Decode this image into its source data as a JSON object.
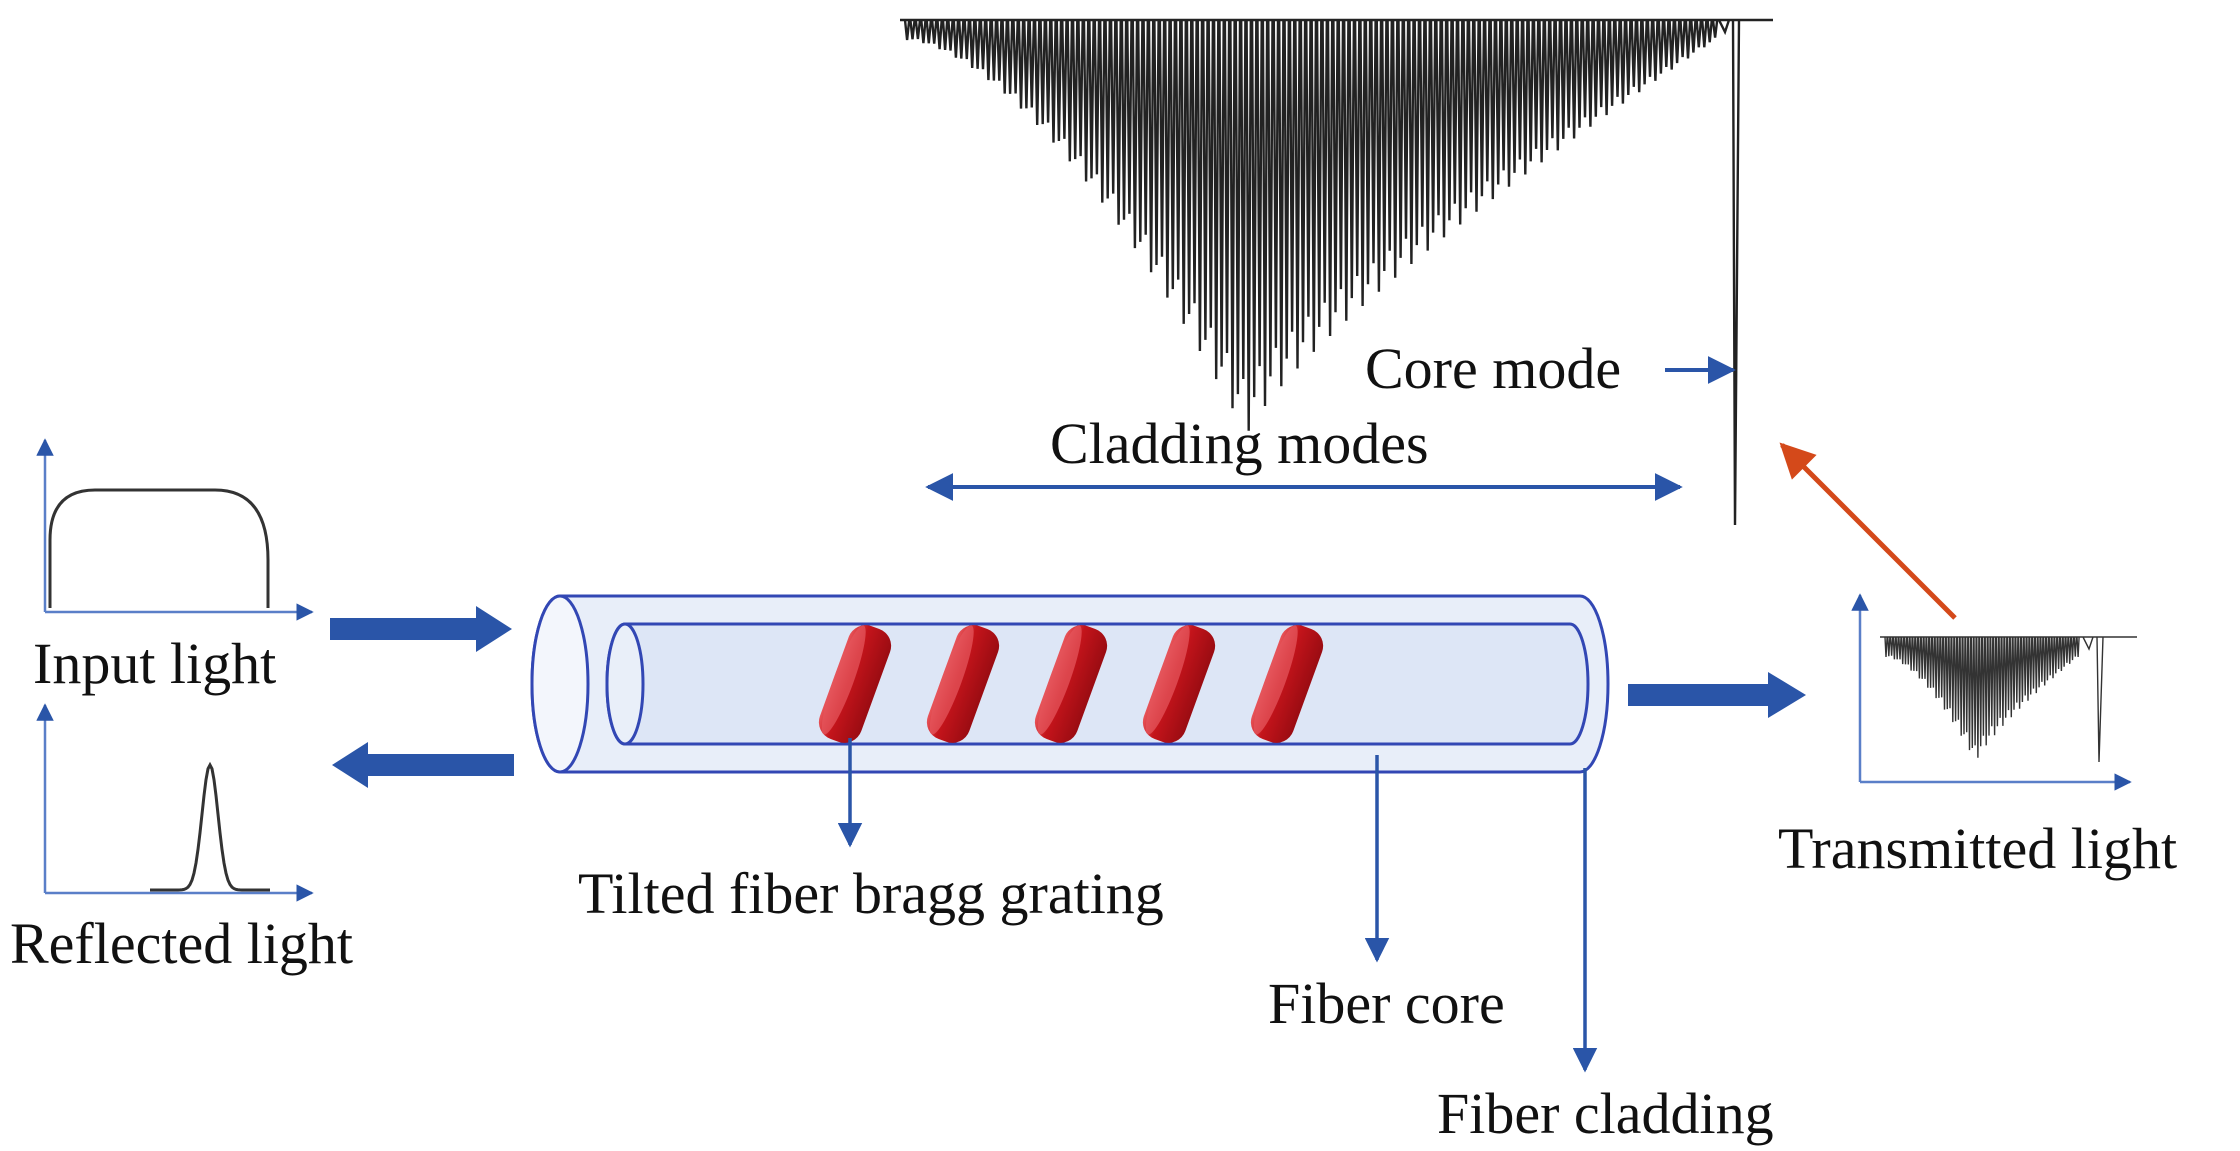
{
  "labels": {
    "input_light": "Input light",
    "reflected_light": "Reflected light",
    "tilted_grating": "Tilted fiber bragg grating",
    "fiber_core": "Fiber core",
    "fiber_cladding": "Fiber cladding",
    "transmitted_light": "Transmitted light",
    "core_mode": "Core mode",
    "cladding_modes": "Cladding modes"
  },
  "colors": {
    "arrow_blue": "#2a55a8",
    "fiber_outline": "#3247b4",
    "fiber_fill": "#dde6f6",
    "grating_red": "#c4141b",
    "red_arrow": "#d4491a",
    "axis_blue": "#5a7fc8",
    "spectrum_gray": "#222222"
  },
  "grating": {
    "count": 5
  }
}
